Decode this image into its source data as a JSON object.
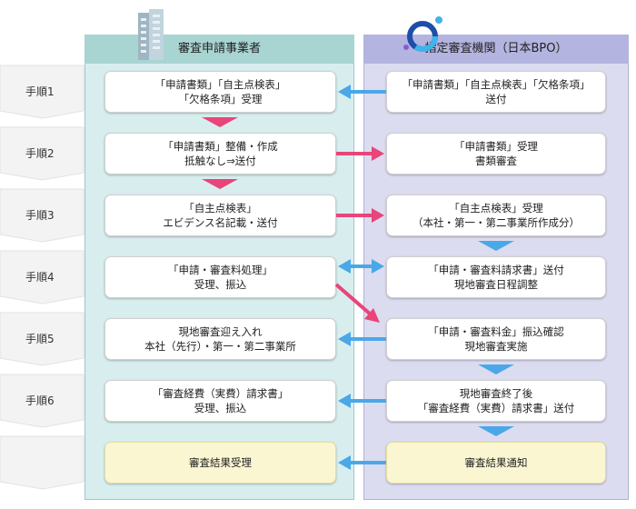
{
  "header": {
    "left_title": "審査申請事業者",
    "right_title": "指定審査機関（日本BPO）",
    "building_icon": "building-icon",
    "logo_icon": "ring-logo-icon"
  },
  "steps": [
    "手順1",
    "手順2",
    "手順3",
    "手順4",
    "手順5",
    "手順6"
  ],
  "applicant": [
    {
      "line1": "「申請書類」「自主点検表」",
      "line2": "「欠格条項」受理"
    },
    {
      "line1": "「申請書類」整備・作成",
      "line2": "抵触なし⇒送付"
    },
    {
      "line1": "「自主点検表」",
      "line2": "エビデンス名記載・送付"
    },
    {
      "line1": "「申請・審査料処理」",
      "line2": "受理、振込"
    },
    {
      "line1": "現地審査迎え入れ",
      "line2": "本社（先行）・第一・第二事業所"
    },
    {
      "line1": "「審査経費（実費）請求書」",
      "line2": "受理、振込"
    },
    {
      "line1": "審査結果受理",
      "line2": ""
    }
  ],
  "agency": [
    {
      "line1": "「申請書類」「自主点検表」「欠格条項」",
      "line2": "送付"
    },
    {
      "line1": "「申請書類」受理",
      "line2": "書類審査"
    },
    {
      "line1": "「自主点検表」受理",
      "line2": "（本社・第一・第二事業所作成分）"
    },
    {
      "line1": "「申請・審査料請求書」送付",
      "line2": "現地審査日程調整"
    },
    {
      "line1": "「申請・審査料金」振込確認",
      "line2": "現地審査実施"
    },
    {
      "line1": "現地審査終了後",
      "line2": "「審査経費（実費）請求書」送付"
    },
    {
      "line1": "審査結果通知",
      "line2": ""
    }
  ],
  "colors": {
    "blue_arrow": "#4aa8e8",
    "pink_arrow": "#e8457a",
    "step_band_a": "#f4f4f4",
    "step_band_b": "#ffffff"
  }
}
